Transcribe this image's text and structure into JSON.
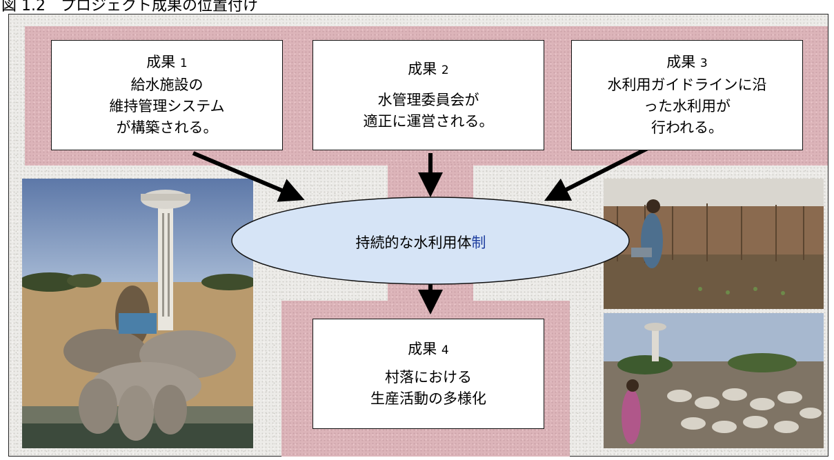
{
  "caption": "図 1.2　プロジェクト成果の位置付け",
  "outputs": [
    {
      "title": "成果",
      "num": "1",
      "lines": [
        "給水施設の",
        "維持管理システム",
        "が構築される。"
      ]
    },
    {
      "title": "成果",
      "num": "2",
      "lines": [
        "水管理委員会が",
        "適正に運営される。"
      ]
    },
    {
      "title": "成果",
      "num": "3",
      "lines": [
        "水利用ガイドラインに沿",
        "った水利用が",
        "行われる。"
      ]
    },
    {
      "title": "成果",
      "num": "4",
      "lines": [
        "村落における",
        "生産活動の多様化"
      ]
    }
  ],
  "center": {
    "label_main": "持続的な水利用体",
    "label_accent": "制"
  },
  "colors": {
    "band": "#dcb4b9",
    "ellipse": "#d6e4f6",
    "arrow": "#000000"
  }
}
